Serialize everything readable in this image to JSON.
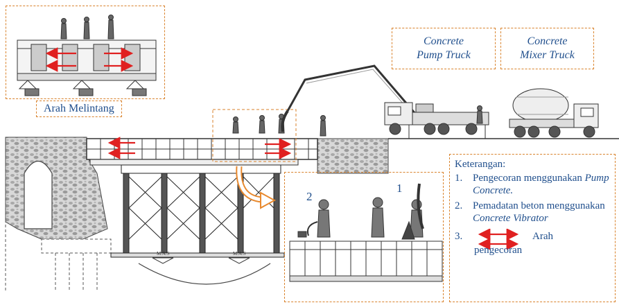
{
  "labels": {
    "cross_section": "Arah Melintang",
    "pump_truck_line1": "Concrete",
    "pump_truck_line2": "Pump Truck",
    "mixer_truck_line1": "Concrete",
    "mixer_truck_line2": "Mixer Truck",
    "marker_2": "2",
    "marker_1": "1",
    "mas_left": "M.A.S",
    "mas_right": "M.A.S"
  },
  "legend": {
    "title": "Keterangan:",
    "item1": {
      "num": "1.",
      "text": "Pengecoran menggunakan",
      "italic": "Pump Concrete."
    },
    "item2": {
      "num": "2.",
      "text": "Pemadatan beton menggunakan",
      "italic": "Concrete Vibrator"
    },
    "item3": {
      "num": "3.",
      "text_a": "Arah",
      "text_b": "pengecoran"
    }
  },
  "colors": {
    "accent_box": "#d9822b",
    "label_blue": "#1f4e8c",
    "arrow_red": "#e02020",
    "line_dark": "#333333",
    "stone": "#bdbdbd"
  }
}
